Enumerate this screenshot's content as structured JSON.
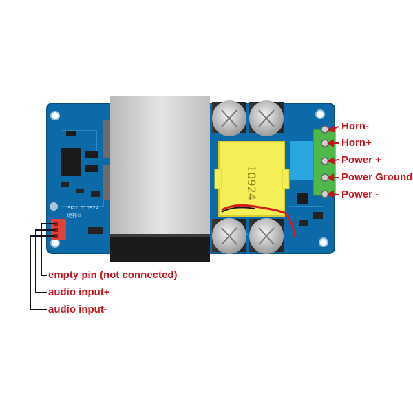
{
  "board": {
    "sku_text": "SKU: 010924",
    "vendor_mark": "晒邦®",
    "transformer_marking": "10924"
  },
  "labels": {
    "horn_minus": "Horn-",
    "horn_plus": "Horn+",
    "power_plus": "Power +",
    "power_ground": "Power Ground",
    "power_minus": "Power -",
    "empty_pin": "empty pin (not connected)",
    "audio_plus": "audio input+",
    "audio_minus": "audio input-"
  },
  "colors": {
    "pcb": "#0d6aa8",
    "label_red": "#c4151c",
    "transformer": "#f4ef57",
    "heatsink": "#c9c9c9",
    "terminal_green": "#4fb84a",
    "capacitor_blue": "#29a6df"
  }
}
